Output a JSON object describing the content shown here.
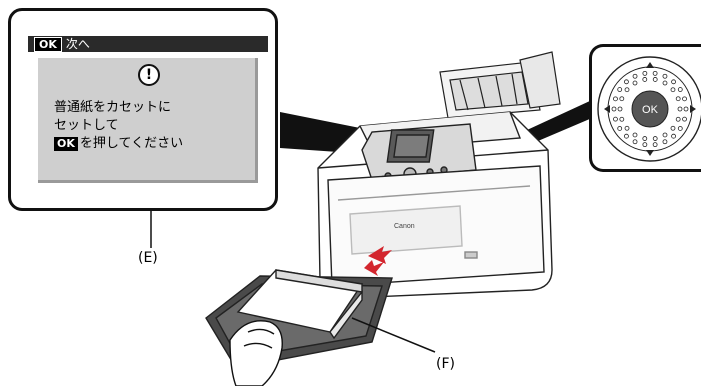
{
  "lcd": {
    "title_badge": "OK",
    "title": "次へ",
    "alert_symbol": "!",
    "message_line1": "普通紙をカセットに",
    "message_line2": "セットして",
    "message_line3_badge": "OK",
    "message_line3": "を押してください"
  },
  "control_pad": {
    "center_label": "OK"
  },
  "labels": {
    "e": "(E)",
    "f": "(F)"
  },
  "printer": {
    "brand": "Canon"
  }
}
